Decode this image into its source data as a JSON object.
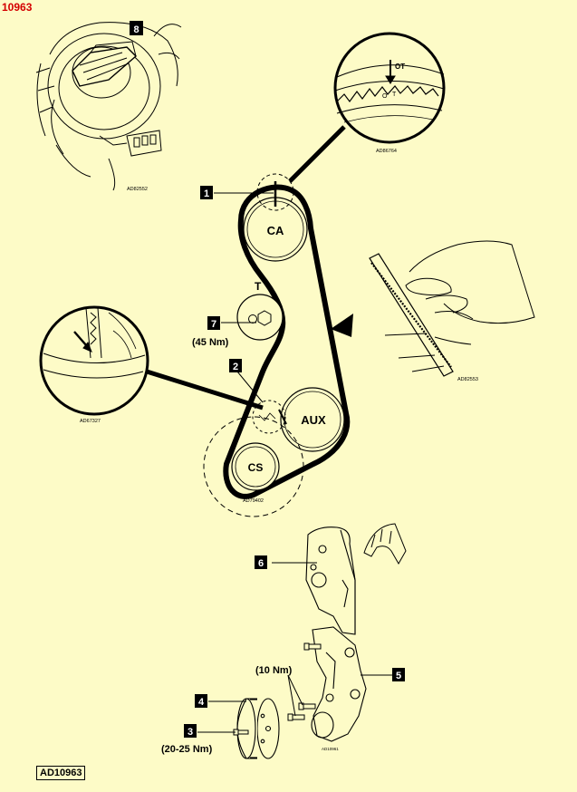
{
  "header": {
    "reference": "10963"
  },
  "footer": {
    "stamp": "AD10963"
  },
  "callouts": {
    "c1": "1",
    "c2": "2",
    "c3": "3",
    "c4": "4",
    "c5": "5",
    "c6": "6",
    "c7": "7",
    "c8": "8"
  },
  "pulleys": {
    "camshaft": "CA",
    "tensioner": "T",
    "auxiliary": "AUX",
    "crankshaft": "CS"
  },
  "torques": {
    "tensioner_bolt": "(45 Nm)",
    "bracket_bolts": "(10 Nm)",
    "pulley_bolts": "(20-25 Nm)"
  },
  "markings": {
    "tdc": "OT",
    "tooth_mark_o": "O",
    "tooth_mark_t": "T"
  },
  "image_codes": {
    "top_left": "AD82552",
    "top_right": "AD86764",
    "right": "AD82553",
    "left": "AD67327",
    "main": "AD79402",
    "bottom": "AD10961"
  },
  "colors": {
    "background": "#fdfbc7",
    "reference": "#d40000",
    "ink": "#000000"
  }
}
